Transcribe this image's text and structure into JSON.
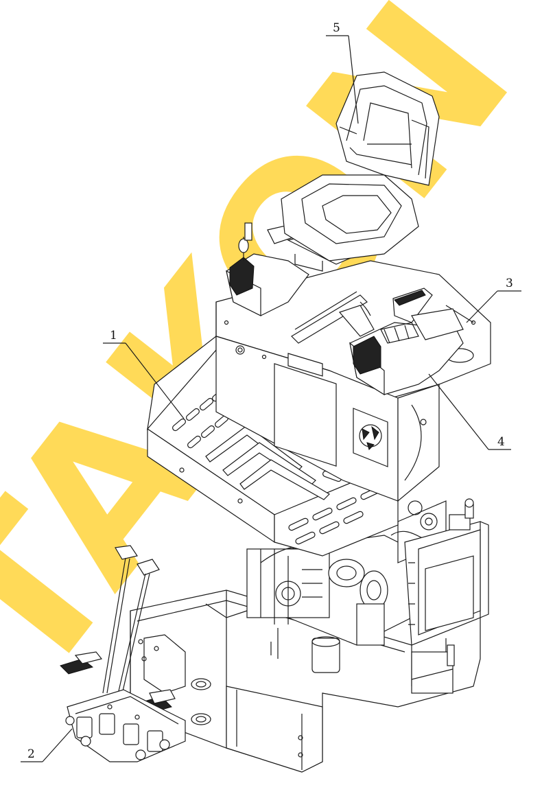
{
  "diagram": {
    "callouts": [
      {
        "id": "callout-1",
        "label": "1"
      },
      {
        "id": "callout-2",
        "label": "2"
      },
      {
        "id": "callout-3",
        "label": "3"
      },
      {
        "id": "callout-4",
        "label": "4"
      },
      {
        "id": "callout-5",
        "label": "5"
      }
    ]
  },
  "watermark": {
    "text": "TAKON",
    "color": "#ffd43b"
  },
  "colors": {
    "line": "#1a1a1a",
    "background": "#ffffff"
  }
}
